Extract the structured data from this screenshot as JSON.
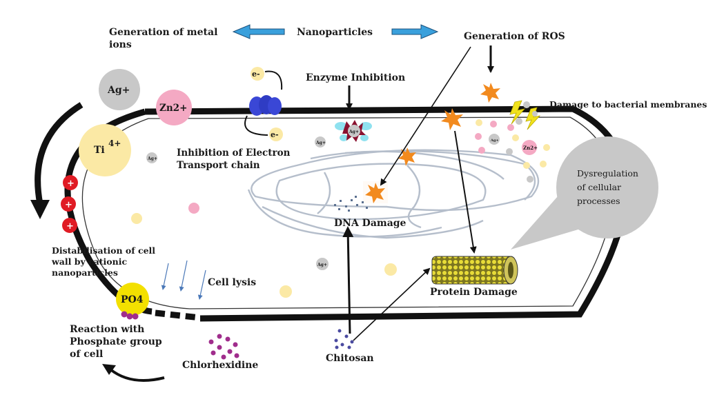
{
  "labels": {
    "metal_ions_1": "Generation of metal",
    "metal_ions_2": "ions",
    "nanoparticles": "Nanoparticles",
    "ros": "Generation of ROS",
    "enzyme": "Enzyme Inhibition",
    "membrane_damage": "Damage to bacterial membranes",
    "etc_1": "Inhibition of Electron",
    "etc_2": "Transport chain",
    "dna": "DNA Damage",
    "dysreg_1": "Dysregulation",
    "dysreg_2": "of cellular",
    "dysreg_3": "processes",
    "distab_1": "Distabilisation of cell",
    "distab_2": "wall by cationic",
    "distab_3": "nanoparticles",
    "lysis": "Cell lysis",
    "protein": "Protein Damage",
    "phosphate_1": "Reaction with",
    "phosphate_2": "Phosphate group",
    "phosphate_3": "of cell",
    "chlorhexidine": "Chlorhexidine",
    "chitosan": "Chitosan"
  },
  "ions": {
    "ag": "Ag+",
    "zn": "Zn2+",
    "ti": "Ti",
    "ti_charge": "4+",
    "po4": "PO4",
    "electron": "e-",
    "plus": "+",
    "ag_small": "Ag+",
    "zn_small": "Zn2+"
  },
  "colors": {
    "cell_wall": "#111111",
    "arrow_blue": "#3aa0dc",
    "ag_gray": "#c8c8c8",
    "zn_pink": "#f4a9c3",
    "ti_yellow": "#fbe9a5",
    "po4_yellow": "#f3e000",
    "cation_red": "#e01b24",
    "ros_orange": "#f28a1e",
    "etc_blue": "#3a47d6",
    "chlorhexidine_purple": "#a02d8c",
    "chitosan_blue": "#4a4aa0",
    "callout_gray": "#c8c8c8"
  }
}
